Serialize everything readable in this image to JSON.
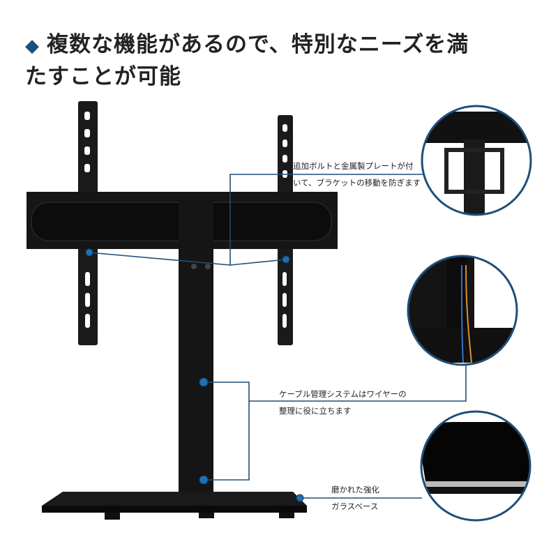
{
  "heading": {
    "bullet_icon": "diamond-icon",
    "line1": "複数な機能があるので、特別なニーズを満",
    "line2": "たすことが可能"
  },
  "callouts": {
    "bolts": {
      "line1": "追加ボルトと金属製プレートが付",
      "line2": "いて、ブラケットの移動を防ぎます"
    },
    "cable": {
      "line1": "ケーブル管理システムはワイヤーの",
      "line2": "整理に役に立ちます"
    },
    "glass": {
      "line1": "磨かれた強化",
      "line2": "ガラスベース"
    }
  },
  "colors": {
    "accent": "#1f4e79",
    "product": "#111111"
  }
}
